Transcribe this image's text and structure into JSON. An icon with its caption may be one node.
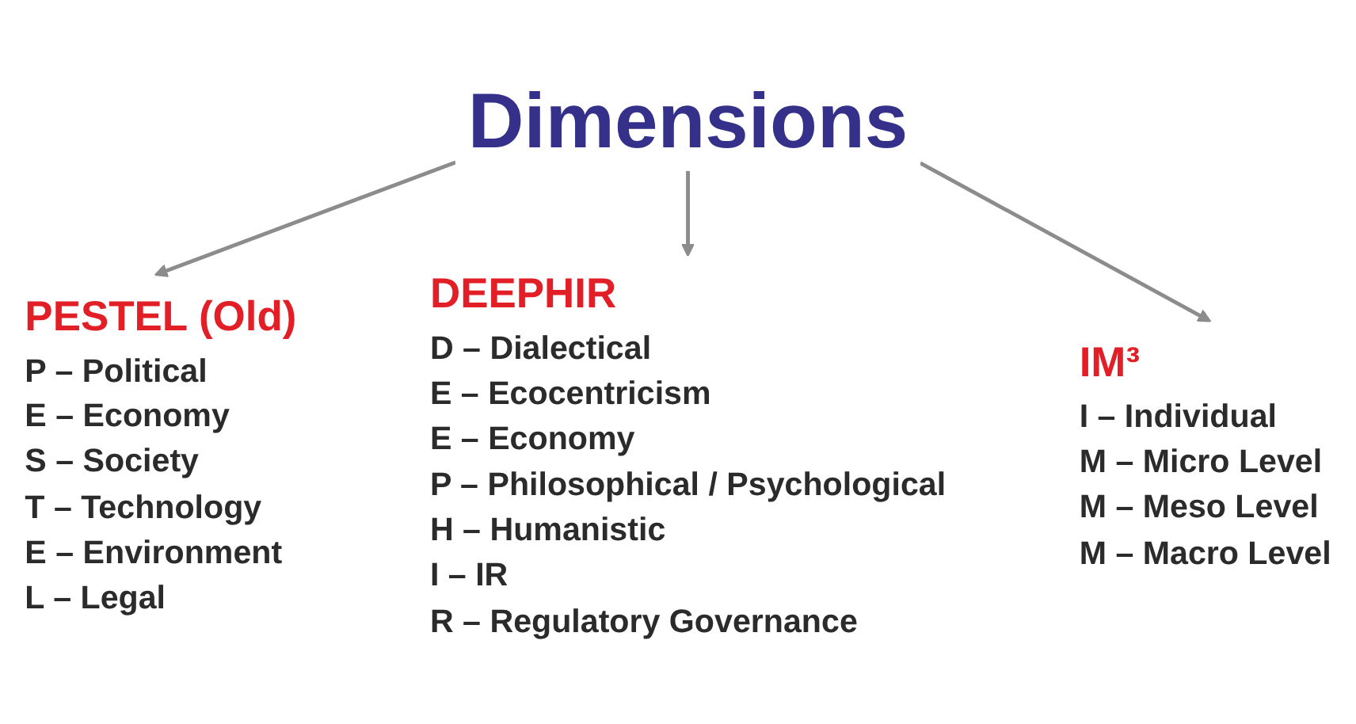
{
  "diagram": {
    "nodes": [
      {
        "text": [
          "Dimensions"
        ]
      },
      {
        "text": [
          "PESTEL (Old)",
          "P – Political",
          "E – Economy",
          "S – Society",
          "T – Technology",
          "E – Environment",
          "L – Legal"
        ]
      },
      {
        "text": [
          "DEEPHIR",
          "D – Dialectical",
          "E – Ecocentricism",
          "E – Economy",
          "P – Philosophical / Psychological",
          "H – Humanistic",
          "I – IR",
          "R – Regulatory Governance"
        ]
      },
      {
        "text": [
          "IM³",
          "I – Individual",
          "M – Micro Level",
          "M – Meso Level",
          "M – Macro Level"
        ]
      }
    ],
    "edges": [
      {
        "from": 0,
        "to": 1,
        "arrow": "to"
      },
      {
        "from": 0,
        "to": 2,
        "arrow": "to"
      },
      {
        "from": 0,
        "to": 3,
        "arrow": "to"
      }
    ]
  }
}
